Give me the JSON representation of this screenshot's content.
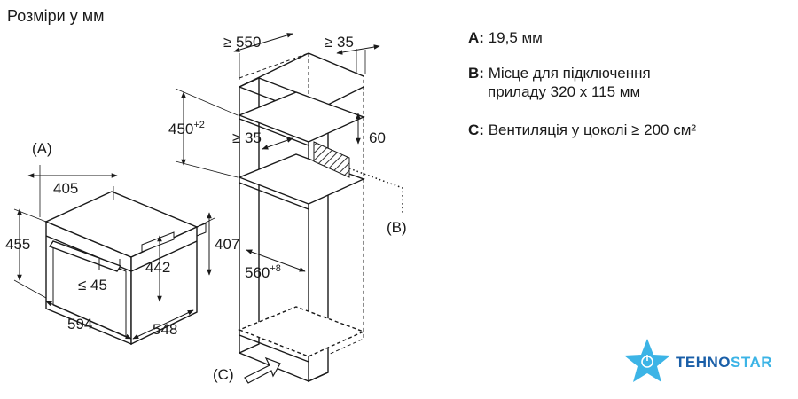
{
  "title": "Розміри у мм",
  "oven": {
    "label_a": "(A)",
    "dims": {
      "depth_top": "405",
      "height_total": "455",
      "height_front": "442",
      "height_side": "407",
      "handle_gap": "≤ 45",
      "width": "594",
      "depth": "548"
    }
  },
  "cabinet": {
    "dims": {
      "top_depth": "≥ 550",
      "top_gap": "≥ 35",
      "niche_height": "450",
      "niche_height_tol": "+2",
      "shelf_gap": "≥ 35",
      "side": "60",
      "niche_width": "560",
      "niche_width_tol": "+8"
    },
    "label_b": "(B)",
    "label_c": "(C)"
  },
  "legend": [
    {
      "key": "A:",
      "lines": [
        "19,5 мм"
      ]
    },
    {
      "key": "B:",
      "lines": [
        "Місце для підключення",
        "приладу 320 x 115 мм"
      ]
    },
    {
      "key": "C:",
      "lines": [
        "Вентиляція у цоколі ≥ 200 см²"
      ]
    }
  ],
  "logo": {
    "part1": "TEHNO",
    "part2": "STAR",
    "color1": "#1a5fa8",
    "color2": "#3cb4e6"
  }
}
